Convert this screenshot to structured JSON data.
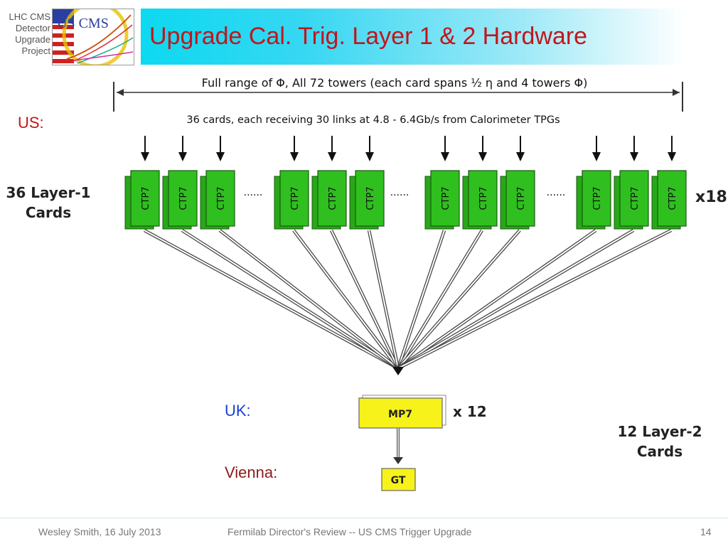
{
  "header": {
    "org_lines": [
      "LHC CMS",
      "Detector",
      "Upgrade",
      "Project"
    ],
    "logo_text": "US CMS",
    "title": "Upgrade Cal. Trig. Layer 1 & 2 Hardware"
  },
  "diagram": {
    "range_label": "Full range of Φ, All 72 towers (each card spans ½ η and 4 towers Φ)",
    "links_label": "36 cards, each receiving 30 links at 4.8 - 6.4Gb/s from Calorimeter TPGs",
    "layer1": {
      "region": "US:",
      "label_line1": "36 Layer-1",
      "label_line2": "Cards",
      "card_label": "CTP7",
      "multiplier": "x18",
      "ellipsis": "......"
    },
    "layer2": {
      "region": "UK:",
      "card_label": "MP7",
      "multiplier": "x 12",
      "label_line1": "12 Layer-2",
      "label_line2": "Cards"
    },
    "global": {
      "region": "Vienna:",
      "card_label": "GT"
    },
    "colors": {
      "ctp7_fill": "#2fbf1f",
      "mp7_fill": "#f6f21a",
      "gt_fill": "#f6f21a"
    }
  },
  "footer": {
    "author_date": "Wesley Smith, 16 July 2013",
    "event": "Fermilab Director's Review -- US CMS Trigger Upgrade",
    "page_number": "14"
  }
}
